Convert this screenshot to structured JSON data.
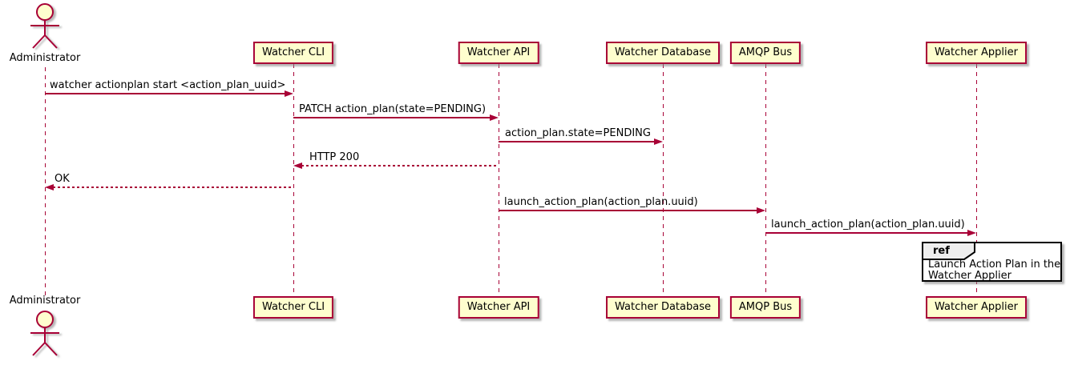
{
  "diagram_type": "plantuml-sequence-diagram",
  "colors": {
    "participant_fill": "#FEFECE",
    "participant_border": "#A80036",
    "lifeline": "#A80036",
    "arrow": "#A80036",
    "text": "#000000",
    "ref_header_fill": "#EEEEEE",
    "ref_border": "#000000",
    "background": "#FFFFFF"
  },
  "participants": {
    "administrator": "Administrator",
    "watcher_cli": "Watcher CLI",
    "watcher_api": "Watcher API",
    "watcher_database": "Watcher Database",
    "amqp_bus": "AMQP Bus",
    "watcher_applier": "Watcher Applier"
  },
  "messages": [
    {
      "from": "Administrator",
      "to": "Watcher CLI",
      "label": "watcher actionplan start <action_plan_uuid>",
      "line": "solid"
    },
    {
      "from": "Watcher CLI",
      "to": "Watcher API",
      "label": "PATCH action_plan(state=PENDING)",
      "line": "solid"
    },
    {
      "from": "Watcher API",
      "to": "Watcher Database",
      "label": "action_plan.state=PENDING",
      "line": "solid"
    },
    {
      "from": "Watcher API",
      "to": "Watcher CLI",
      "label": "HTTP 200",
      "line": "dashed"
    },
    {
      "from": "Watcher CLI",
      "to": "Administrator",
      "label": "OK",
      "line": "dashed"
    },
    {
      "from": "Watcher API",
      "to": "AMQP Bus",
      "label": "launch_action_plan(action_plan.uuid)",
      "line": "solid"
    },
    {
      "from": "AMQP Bus",
      "to": "Watcher Applier",
      "label": "launch_action_plan(action_plan.uuid)",
      "line": "solid"
    }
  ],
  "ref_fragment": {
    "keyword": "ref",
    "over": "Watcher Applier",
    "text_line1": "Launch Action Plan in the",
    "text_line2": "Watcher Applier"
  }
}
